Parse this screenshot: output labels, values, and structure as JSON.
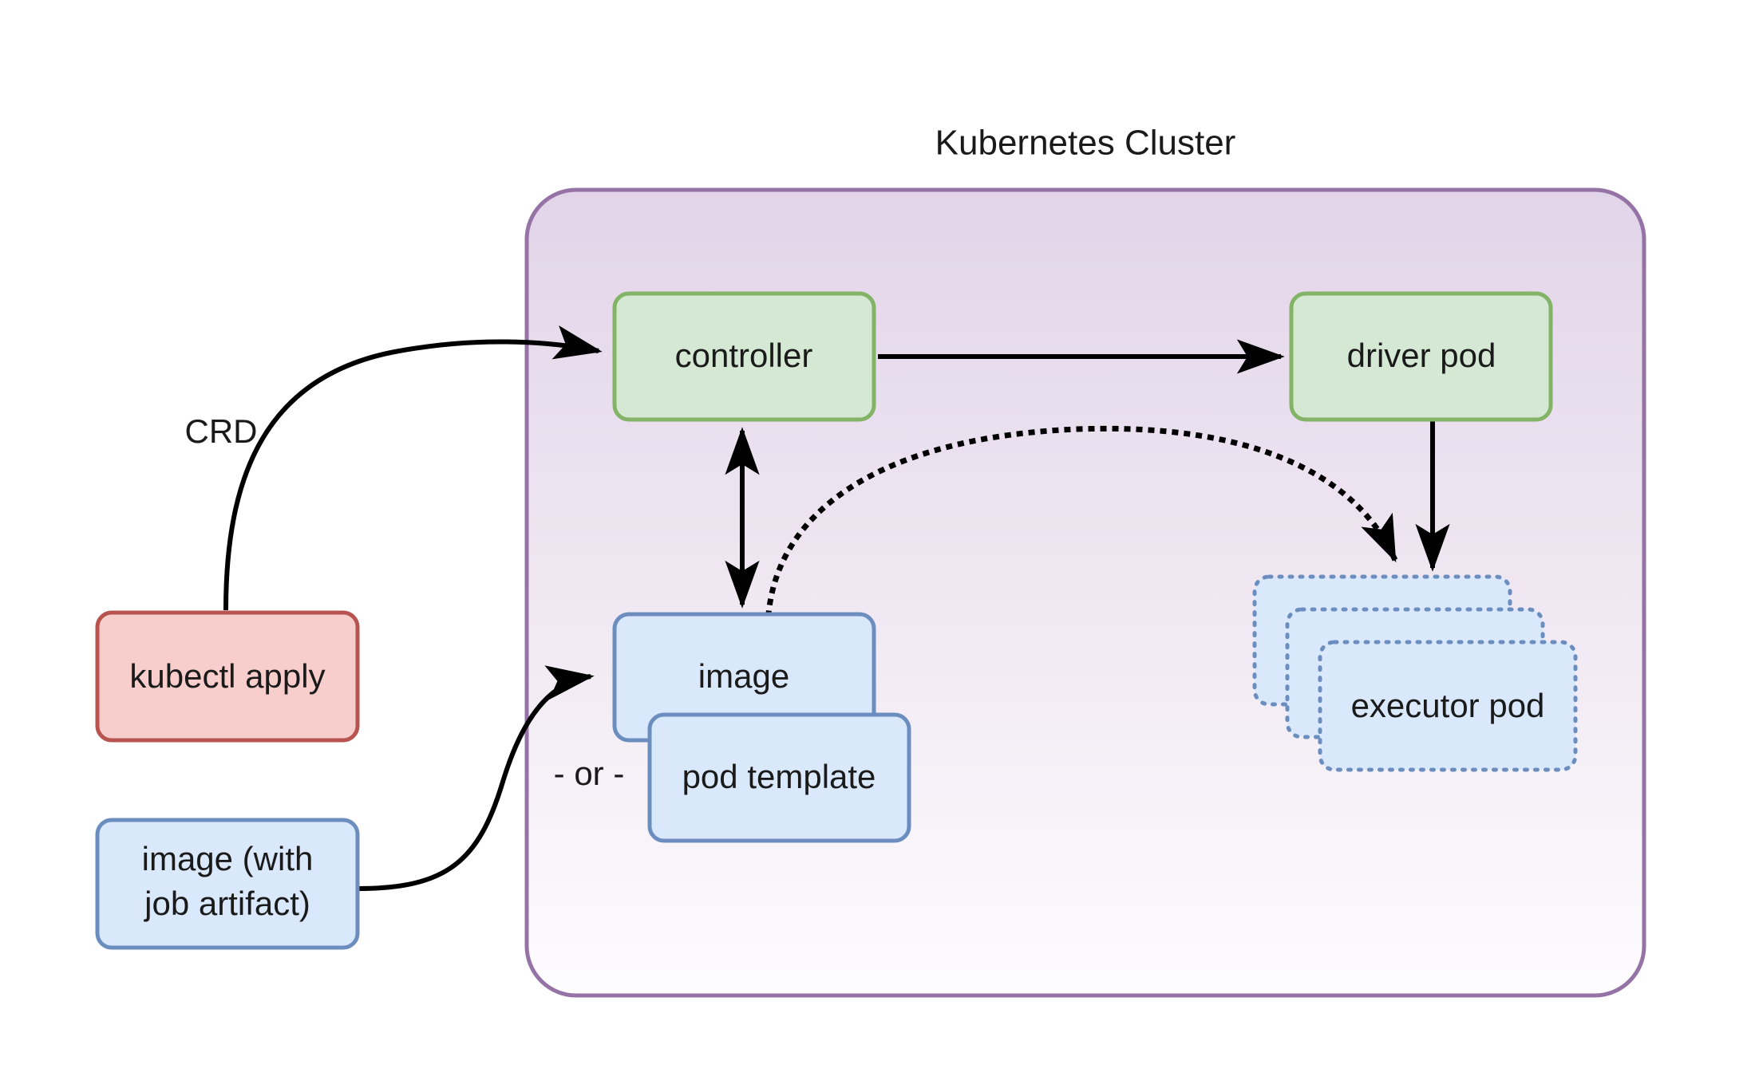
{
  "diagram": {
    "title": "Kubernetes Cluster",
    "cluster": {
      "label": "Kubernetes Cluster",
      "border_color": "#9673a6",
      "fill_top": "#e4d7ea",
      "fill_bottom": "#fdfbfd"
    },
    "nodes": [
      {
        "id": "controller",
        "label": "controller",
        "shape": "rounded-rect",
        "style": "green",
        "fill": "#d5e8d4",
        "stroke": "#82b366",
        "border": "solid"
      },
      {
        "id": "driver-pod",
        "label": "driver pod",
        "shape": "rounded-rect",
        "style": "green",
        "fill": "#d5e8d4",
        "stroke": "#82b366",
        "border": "solid"
      },
      {
        "id": "image",
        "label": "image",
        "shape": "rounded-rect",
        "style": "blue",
        "fill": "#dae8fc",
        "stroke": "#6c8ebf",
        "border": "solid"
      },
      {
        "id": "pod-template",
        "label": "pod template",
        "shape": "rounded-rect",
        "style": "blue",
        "fill": "#dae8fc",
        "stroke": "#6c8ebf",
        "border": "solid"
      },
      {
        "id": "kubectl-apply",
        "label": "kubectl apply",
        "shape": "rounded-rect",
        "style": "red",
        "fill": "#f8cecc",
        "stroke": "#b85450",
        "border": "solid"
      },
      {
        "id": "image-job-artifact",
        "label_line1": "image (with",
        "label_line2": "job artifact)",
        "shape": "rounded-rect",
        "style": "blue",
        "fill": "#dae8fc",
        "stroke": "#6c8ebf",
        "border": "solid"
      },
      {
        "id": "executor-pod-back",
        "label": "executor pod",
        "visible_label": "e",
        "shape": "rounded-rect",
        "style": "blue",
        "fill": "#dae8fc",
        "stroke": "#6c8ebf",
        "border": "dotted"
      },
      {
        "id": "executor-pod-middle",
        "label": "executor pod",
        "visible_label": "e",
        "shape": "rounded-rect",
        "style": "blue",
        "fill": "#dae8fc",
        "stroke": "#6c8ebf",
        "border": "dotted"
      },
      {
        "id": "executor-pod-front",
        "label": "executor pod",
        "visible_label": "executor pod",
        "shape": "rounded-rect",
        "style": "blue",
        "fill": "#dae8fc",
        "stroke": "#6c8ebf",
        "border": "dotted"
      }
    ],
    "edges": [
      {
        "id": "kubectl-to-controller",
        "from": "kubectl-apply",
        "to": "controller",
        "label": "CRD",
        "style": "solid",
        "arrow": "end"
      },
      {
        "id": "controller-to-driver",
        "from": "controller",
        "to": "driver-pod",
        "label": "",
        "style": "solid",
        "arrow": "end"
      },
      {
        "id": "controller-image-bidirectional",
        "from": "controller",
        "to": "image",
        "label": "",
        "style": "solid",
        "arrow": "both"
      },
      {
        "id": "image-to-executor",
        "from": "image",
        "to": "executor-pod-back",
        "label": "",
        "style": "dotted",
        "arrow": "end"
      },
      {
        "id": "driver-to-executor",
        "from": "driver-pod",
        "to": "executor-pod-back",
        "label": "",
        "style": "solid",
        "arrow": "end"
      },
      {
        "id": "job-image-to-image",
        "from": "image-job-artifact",
        "to": "image",
        "label": "",
        "style": "solid",
        "arrow": "end"
      }
    ],
    "annotations": [
      {
        "id": "or-separator",
        "text": "- or -"
      }
    ]
  }
}
